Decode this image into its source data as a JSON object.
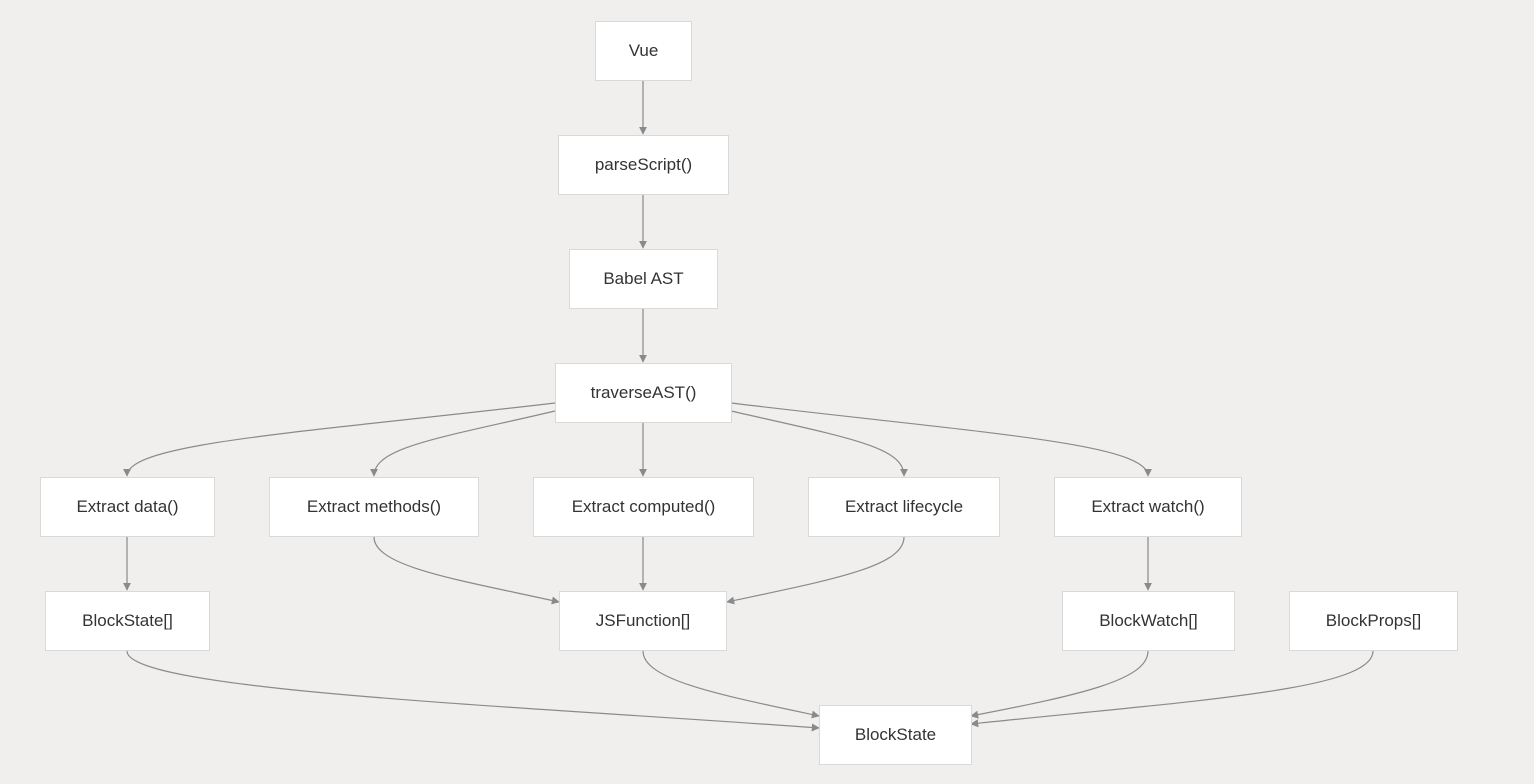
{
  "nodes": {
    "vue": "Vue",
    "parse_script": "parseScript()",
    "babel_ast": "Babel AST",
    "traverse_ast": "traverseAST()",
    "extract_data": "Extract data()",
    "extract_methods": "Extract methods()",
    "extract_computed": "Extract computed()",
    "extract_lifecycle": "Extract lifecycle",
    "extract_watch": "Extract watch()",
    "block_state_list": "BlockState[]",
    "js_function_list": "JSFunction[]",
    "block_watch_list": "BlockWatch[]",
    "block_props_list": "BlockProps[]",
    "block_state": "BlockState"
  },
  "edges": [
    {
      "from": "Vue",
      "to": "parseScript()"
    },
    {
      "from": "parseScript()",
      "to": "Babel AST"
    },
    {
      "from": "Babel AST",
      "to": "traverseAST()"
    },
    {
      "from": "traverseAST()",
      "to": "Extract data()"
    },
    {
      "from": "traverseAST()",
      "to": "Extract methods()"
    },
    {
      "from": "traverseAST()",
      "to": "Extract computed()"
    },
    {
      "from": "traverseAST()",
      "to": "Extract lifecycle"
    },
    {
      "from": "traverseAST()",
      "to": "Extract watch()"
    },
    {
      "from": "Extract data()",
      "to": "BlockState[]"
    },
    {
      "from": "Extract methods()",
      "to": "JSFunction[]"
    },
    {
      "from": "Extract computed()",
      "to": "JSFunction[]"
    },
    {
      "from": "Extract lifecycle",
      "to": "JSFunction[]"
    },
    {
      "from": "Extract watch()",
      "to": "BlockWatch[]"
    },
    {
      "from": "BlockState[]",
      "to": "BlockState"
    },
    {
      "from": "JSFunction[]",
      "to": "BlockState"
    },
    {
      "from": "BlockWatch[]",
      "to": "BlockState"
    },
    {
      "from": "BlockProps[]",
      "to": "BlockState"
    }
  ],
  "colors": {
    "background": "#f0efed",
    "node_fill": "#ffffff",
    "node_border": "#d9d9d9",
    "edge": "#8a8a8a",
    "text": "#333333"
  }
}
